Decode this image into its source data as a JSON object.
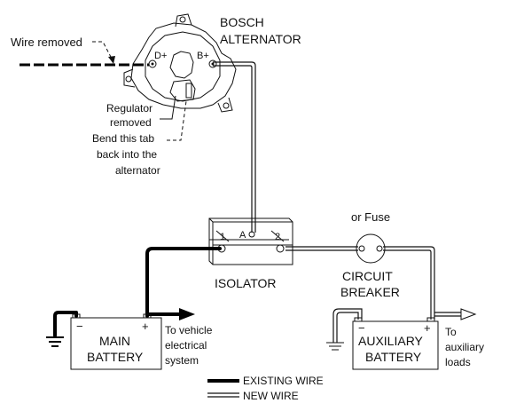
{
  "alternator": {
    "brand": "BOSCH",
    "name": "ALTERNATOR",
    "terminal_d": "D+",
    "terminal_b": "B+"
  },
  "annotations": {
    "wire_removed": "Wire removed",
    "regulator_1": "Regulator",
    "regulator_2": "removed",
    "bend_1": "Bend this tab",
    "bend_2": "back into the",
    "bend_3": "alternator"
  },
  "isolator": {
    "name": "ISOLATOR",
    "t1": "1",
    "ta": "A",
    "t2": "2"
  },
  "breaker": {
    "alt": "or Fuse",
    "name_1": "CIRCUIT",
    "name_2": "BREAKER"
  },
  "main_battery": {
    "name_1": "MAIN",
    "name_2": "BATTERY",
    "minus": "−",
    "plus": "+",
    "dest_1": "To vehicle",
    "dest_2": "electrical",
    "dest_3": "system"
  },
  "aux_battery": {
    "name_1": "AUXILIARY",
    "name_2": "BATTERY",
    "minus": "−",
    "plus": "+",
    "dest_1": "To",
    "dest_2": "auxiliary",
    "dest_3": "loads"
  },
  "legend": {
    "existing": "EXISTING WIRE",
    "new": "NEW WIRE"
  }
}
